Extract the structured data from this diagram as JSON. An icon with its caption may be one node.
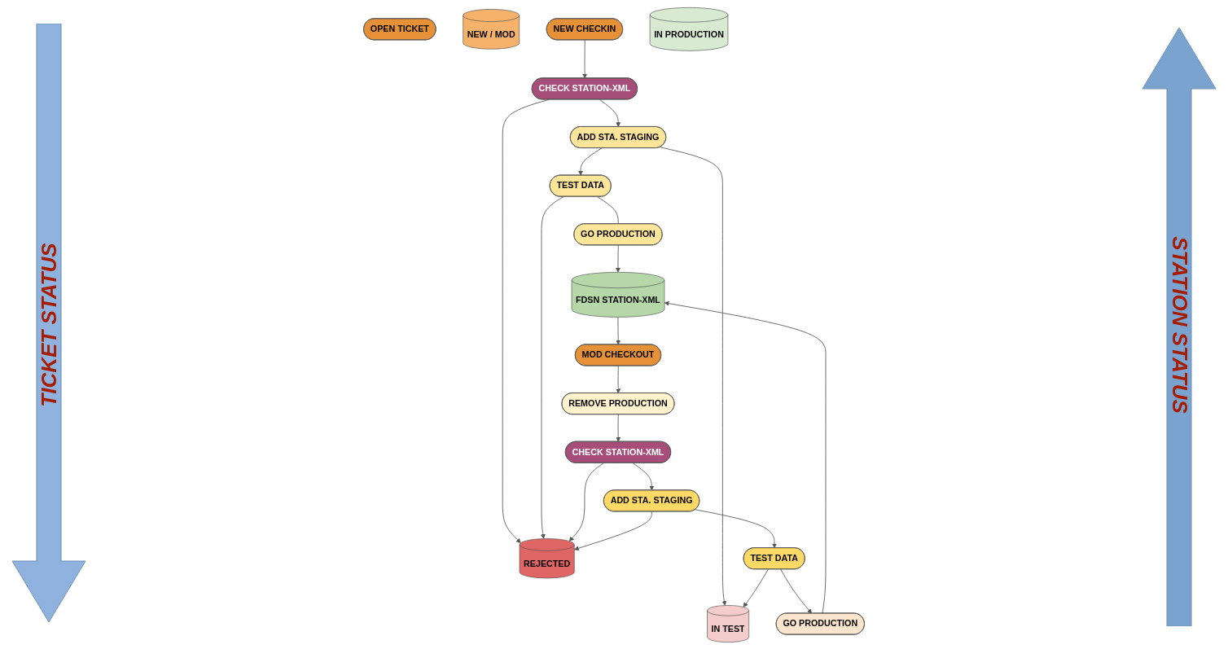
{
  "diagram": {
    "nodes": [
      {
        "text": [
          "OPEN TICKET"
        ]
      },
      {
        "text": [
          "NEW / MOD"
        ]
      },
      {
        "text": [
          "NEW CHECKIN"
        ]
      },
      {
        "text": [
          "CHECK STATION-XML"
        ]
      },
      {
        "text": [
          "REJECTED"
        ]
      },
      {
        "text": [
          "ADD STA. STAGING"
        ]
      },
      {
        "text": [
          "IN TEST"
        ]
      },
      {
        "text": [
          "TEST DATA"
        ]
      },
      {
        "text": [
          "IN PRODUCTION"
        ]
      },
      {
        "text": [
          "GO PRODUCTION"
        ]
      },
      {
        "text": [
          "FDSN STATION-XML"
        ]
      },
      {
        "text": [
          "GO PRODUCTION"
        ]
      },
      {
        "text": [
          "TEST DATA"
        ]
      },
      {
        "text": [
          "ADD STA. STAGING"
        ]
      },
      {
        "text": [
          "CHECK STATION-XML"
        ]
      },
      {
        "text": [
          "REMOVE PRODUCTION"
        ]
      },
      {
        "text": [
          "MOD CHECKOUT"
        ]
      }
    ],
    "edges": [
      {
        "from": 2,
        "to": 3,
        "arrow": "to"
      },
      {
        "from": 3,
        "to": 4,
        "arrow": "to"
      },
      {
        "from": 3,
        "to": 5,
        "arrow": "to"
      },
      {
        "from": 5,
        "to": 6,
        "arrow": "to"
      },
      {
        "from": 5,
        "to": 7,
        "arrow": "to"
      },
      {
        "from": 7,
        "to": 4,
        "arrow": "to"
      },
      {
        "from": 7,
        "to": 9,
        "arrow": "none"
      },
      {
        "from": 9,
        "to": 10,
        "arrow": "to"
      },
      {
        "from": 11,
        "to": 10,
        "arrow": "to"
      },
      {
        "from": 10,
        "to": 16,
        "arrow": "to"
      },
      {
        "from": 16,
        "to": 15,
        "arrow": "to"
      },
      {
        "from": 15,
        "to": 14,
        "arrow": "to"
      },
      {
        "from": 14,
        "to": 13,
        "arrow": "to"
      },
      {
        "from": 14,
        "to": 4,
        "arrow": "to"
      },
      {
        "from": 13,
        "to": 12,
        "arrow": "to"
      },
      {
        "from": 13,
        "to": 4,
        "arrow": "to"
      },
      {
        "from": 12,
        "to": 11,
        "arrow": "to"
      },
      {
        "from": 12,
        "to": 6,
        "arrow": "to"
      }
    ],
    "labels": [
      "TICKET STATUS",
      "STATION STATUS"
    ]
  }
}
